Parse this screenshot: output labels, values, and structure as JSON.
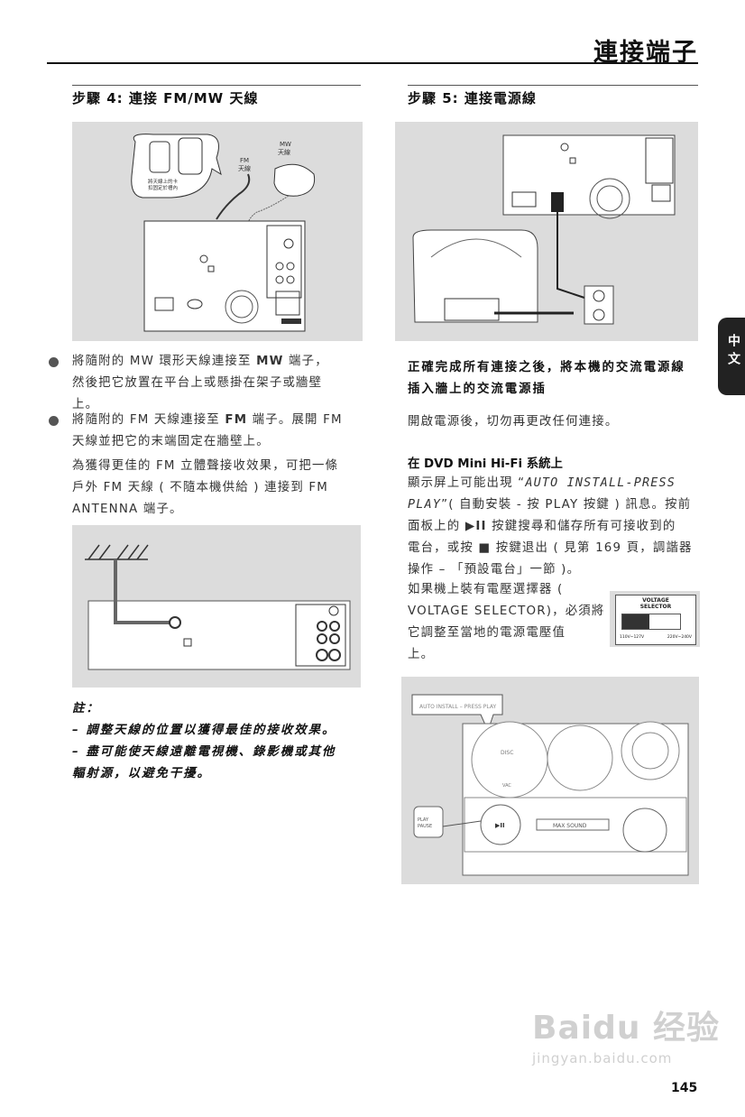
{
  "header": {
    "title": "連接端子"
  },
  "left": {
    "step4_title": "步驟 4:  連接 FM/MW 天線",
    "fig1": {
      "fm_label_line1": "FM",
      "fm_label_line2": "天線",
      "mw_label_line1": "MW",
      "mw_label_line2": "天線",
      "callout_line1": "將天線上的卡",
      "callout_line2": "扣固定於槽內"
    },
    "bullet1": {
      "l1a": "將隨附的 MW 環形天線連接至 ",
      "l1b": "MW",
      "l1c": " 端子，",
      "l2": "然後把它放置在平台上或懸掛在架子或牆壁",
      "l3": "上。"
    },
    "bullet2": {
      "l1a": "將隨附的 FM 天線連接至 ",
      "l1b": "FM",
      "l1c": " 端子。展開 FM",
      "l2": "天線並把它的末端固定在牆壁上。"
    },
    "para": {
      "l1": "為獲得更佳的 FM 立體聲接收效果，可把一條",
      "l2": "戶外 FM 天線 ( 不隨本機供給 ) 連接到 FM",
      "l3": "ANTENNA 端子。"
    },
    "note": {
      "title": "註：",
      "l1": "– 調整天線的位置以獲得最佳的接收效果。",
      "l2": "– 盡可能使天線遠離電視機、錄影機或其他",
      "l3": "輻射源，以避免干擾。"
    }
  },
  "right": {
    "step5_title": "步驟 5:  連接電源線",
    "bold": {
      "l1": "正確完成所有連接之後，將本機的交流電源線",
      "l2": "插入牆上的交流電源插"
    },
    "power_on": "開啟電源後，切勿再更改任何連接。",
    "dvd_heading": "在 DVD Mini Hi-Fi 系統上",
    "dvd": {
      "l1a": "顯示屏上可能出現 “",
      "l1b": "AUTO INSTALL-PRESS",
      "l2a": "PLAY",
      "l2b": "”( 自動安裝 - 按 PLAY 按鍵 ) 訊息。按前",
      "l3a": "面板上的 ",
      "l3icon": "▶II",
      "l3b": " 按鍵搜尋和儲存所有可接收到的",
      "l4a": "電台，或按 ",
      "l4icon": "■",
      "l4b": " 按鍵退出 ( 見第 169 頁，調諧器",
      "l5": "操作 – 「預設電台」一節 )。"
    },
    "voltage": {
      "l1": "如果機上裝有電壓選擇器 (",
      "l2": "VOLTAGE SELECTOR)，必須將",
      "l3": "它調整至當地的電源電壓值",
      "l4": "上。"
    },
    "voltage_box": {
      "title_line1": "VOLTAGE",
      "title_line2": "SELECTOR",
      "left": "110V~127V",
      "right": "220V~240V"
    },
    "device": {
      "bubble": "AUTO INSTALL – PRESS PLAY",
      "disc": "DISC",
      "vac": "VAC",
      "play_label_line1": "PLAY",
      "play_label_line2": "PAUSE",
      "display": "MAX SOUND"
    }
  },
  "side_tab": "中文",
  "page_number": "145",
  "watermark": {
    "main": "Baidu 经验",
    "sub": "jingyan.baidu.com"
  }
}
